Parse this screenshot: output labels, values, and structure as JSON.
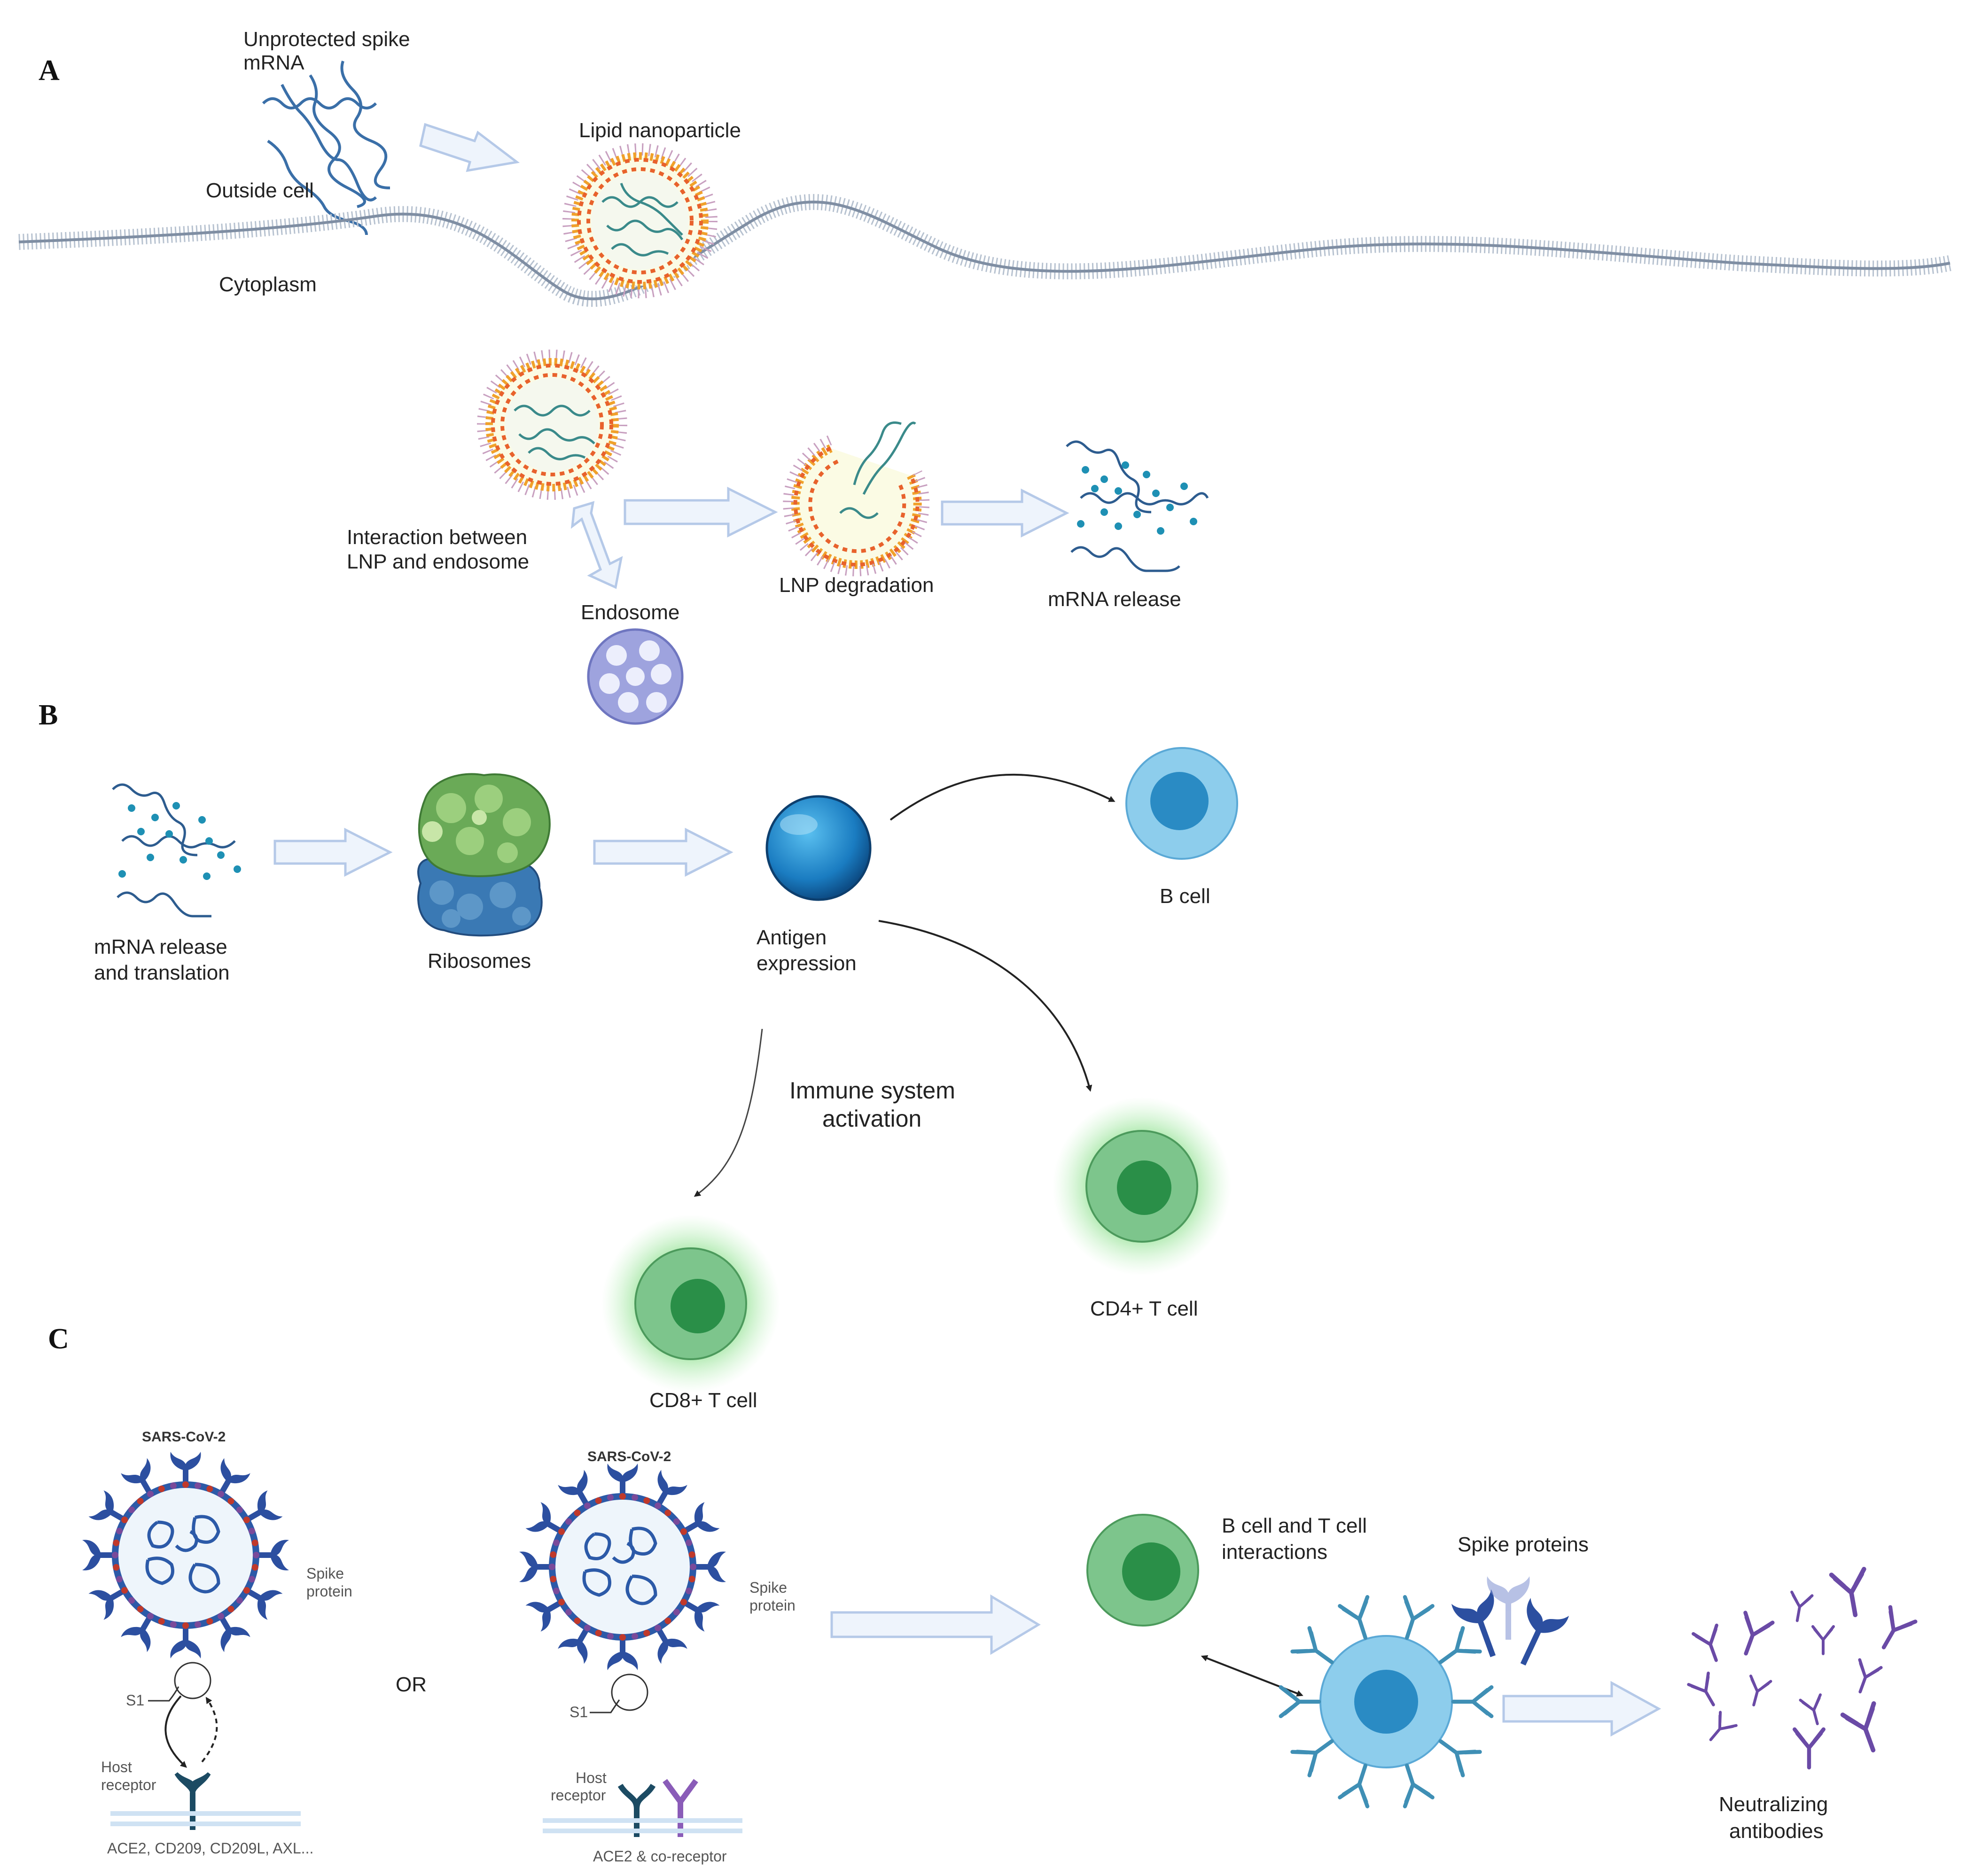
{
  "panels": {
    "a": {
      "letter": "A",
      "unprotected_mrna": [
        "Unprotected spike",
        "mRNA"
      ],
      "outside_cell": "Outside cell",
      "lipid_nanoparticle": "Lipid nanoparticle",
      "cytoplasm": "Cytoplasm",
      "interaction": [
        "Interaction between",
        "LNP and endosome"
      ],
      "endosome": "Endosome",
      "lnp_degradation": "LNP degradation",
      "mrna_release": "mRNA release"
    },
    "b": {
      "letter": "B",
      "mrna_release_translation": [
        "mRNA release",
        "and translation"
      ],
      "ribosomes": "Ribosomes",
      "antigen_expression": [
        "Antigen",
        "expression"
      ],
      "b_cell": "B cell",
      "immune_activation": [
        "Immune system",
        "activation"
      ],
      "cd4_t_cell": "CD4+ T cell",
      "cd8_t_cell": "CD8+ T cell"
    },
    "c": {
      "letter": "C",
      "virus_left": {
        "title": "SARS-CoV-2",
        "spike": [
          "Spike",
          "protein"
        ],
        "s1": "S1",
        "host_receptor": [
          "Host",
          "receptor"
        ],
        "receptors": "ACE2, CD209, CD209L, AXL..."
      },
      "or": "OR",
      "virus_right": {
        "title": "SARS-CoV-2",
        "spike": [
          "Spike",
          "protein"
        ],
        "s1": "S1",
        "host_receptor": [
          "Host",
          "receptor"
        ],
        "receptors": "ACE2 & co-receptor"
      },
      "bt_interactions": [
        "B cell and T cell",
        "interactions"
      ],
      "spike_proteins": "Spike proteins",
      "neutralizing": [
        "Neutralizing",
        "antibodies"
      ]
    }
  },
  "colors": {
    "membrane": "#9aa9bd",
    "lipid_head": "#e8622c",
    "lipid_tail": "#f0a12b",
    "mrna": "#3a6fa8",
    "endosome": "#8e95d4",
    "b_cell": "#7cc3e6",
    "t_cell": "#5fb277",
    "antigen": "#1877b8",
    "antibody": "#6a4aa6",
    "spike": "#2c4fa0"
  }
}
